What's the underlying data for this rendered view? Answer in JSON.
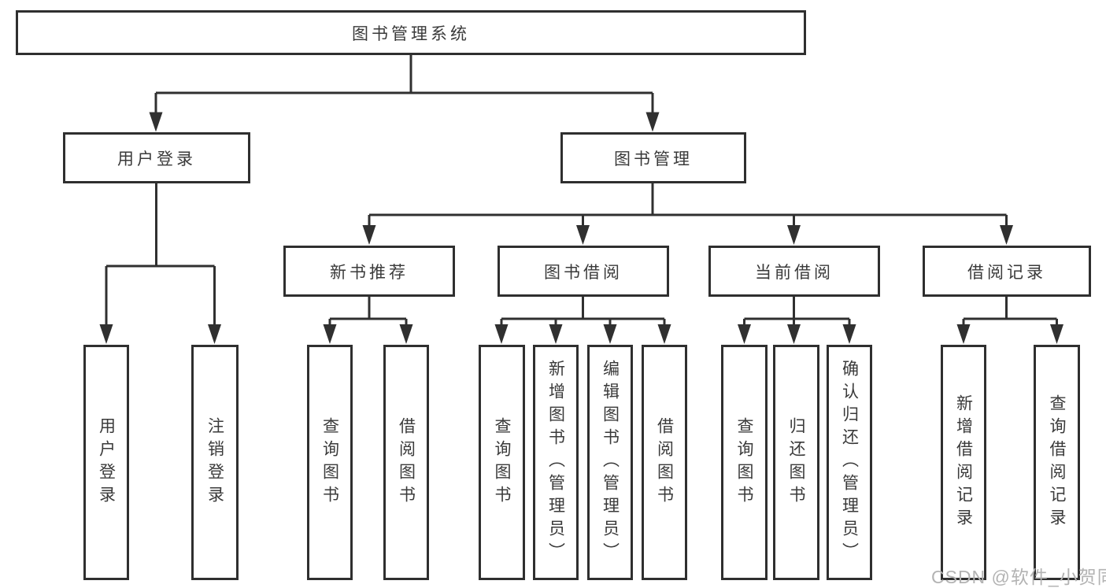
{
  "tree": {
    "label": "图书管理系统",
    "children": [
      {
        "label": "用户登录",
        "children": [
          {
            "label": "用户登录"
          },
          {
            "label": "注销登录"
          }
        ]
      },
      {
        "label": "图书管理",
        "children": [
          {
            "label": "新书推荐",
            "children": [
              {
                "label": "查询图书"
              },
              {
                "label": "借阅图书"
              }
            ]
          },
          {
            "label": "图书借阅",
            "children": [
              {
                "label": "查询图书"
              },
              {
                "label": "新增图书（管理员）"
              },
              {
                "label": "编辑图书（管理员）"
              },
              {
                "label": "借阅图书"
              }
            ]
          },
          {
            "label": "当前借阅",
            "children": [
              {
                "label": "查询图书"
              },
              {
                "label": "归还图书"
              },
              {
                "label": "确认归还（管理员）"
              }
            ]
          },
          {
            "label": "借阅记录",
            "children": [
              {
                "label": "新增借阅记录"
              },
              {
                "label": "查询借阅记录"
              }
            ]
          }
        ]
      }
    ]
  },
  "watermark": "CSDN @软件_小贺同学",
  "colors": {
    "line": "#303030",
    "box_border": "#2f2f2f",
    "text": "#3a3a3a",
    "watermark": "#b3b3b3",
    "background": "#ffffff"
  }
}
